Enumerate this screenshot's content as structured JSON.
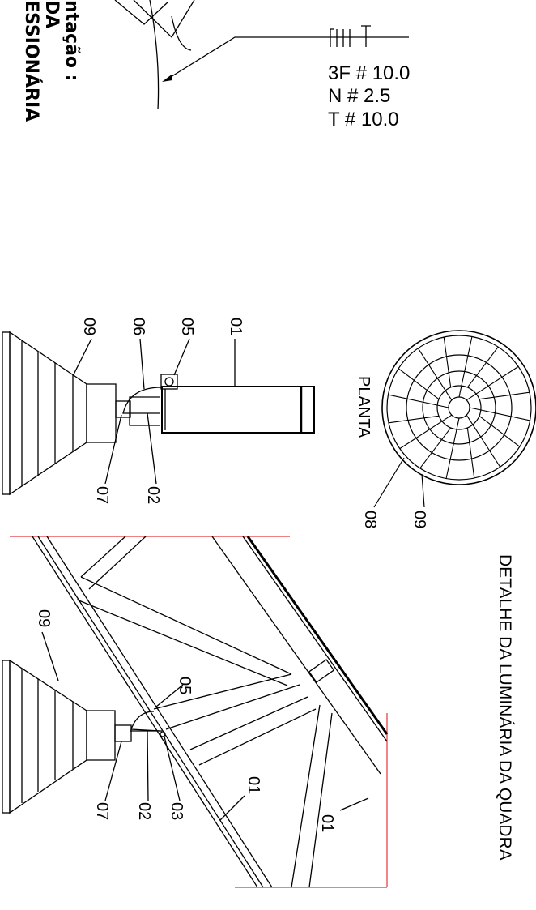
{
  "side_note": {
    "line1": "ntação :",
    "line2": "DA",
    "line3": "ESSIONÁRIA"
  },
  "cable_spec": {
    "line1": "3F # 10.0",
    "line2": "N  # 2.5",
    "line3": "T  # 10.0"
  },
  "view_upper": {
    "labels": [
      "01",
      "05",
      "06",
      "09",
      "02",
      "07"
    ]
  },
  "plan_view": {
    "title": "PLANTA",
    "labels": [
      "08",
      "09"
    ]
  },
  "view_lower": {
    "labels": [
      "09",
      "05",
      "07",
      "02",
      "03",
      "01",
      "01"
    ]
  },
  "detail_title": "DETALHE DA LUMINÁRIA DA QUADRA",
  "colors": {
    "line": "#000000",
    "limit": "#e8333a"
  }
}
